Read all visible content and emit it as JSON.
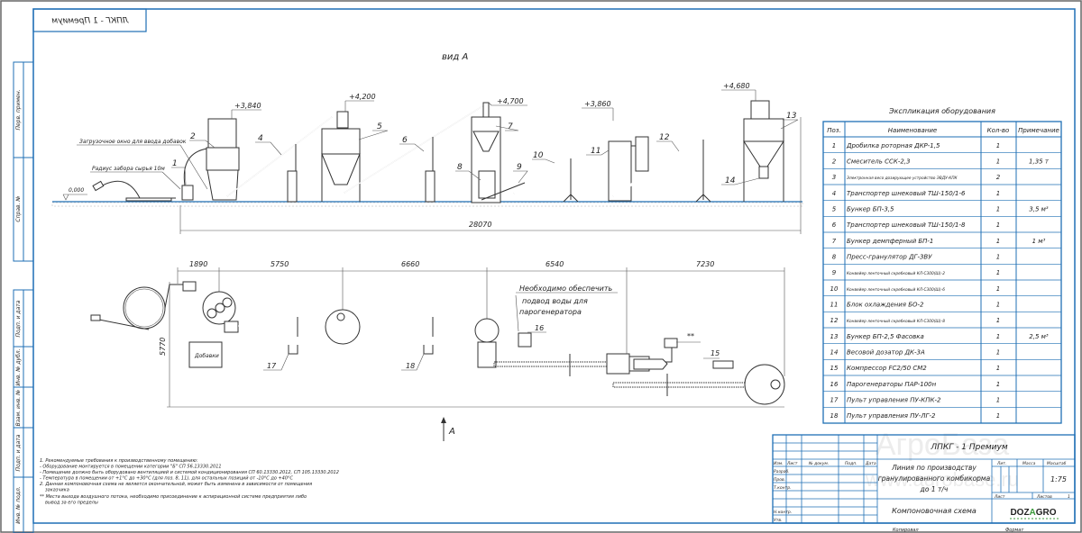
{
  "drawing": {
    "mirrored_title": "ЛПКГ - 1 Премиум",
    "view_label": "вид А",
    "section_arrow_label": "А",
    "side_strip": [
      "Перв. примен.",
      "Справ. №",
      "Подп. и дата",
      "Инв. № дубл.",
      "Взам. инв. №",
      "Подп. и дата",
      "Инв. № подл."
    ],
    "watermark": [
      "АгроБаза",
      "www.agrobase.ru"
    ]
  },
  "elevation": {
    "zero_mark": "0,000",
    "marks": [
      "+3,840",
      "+4,200",
      "+4,700",
      "+3,860",
      "+4,680"
    ],
    "callout_loading": "Загрузочное окно для ввода добавок",
    "callout_radius": "Радиус забора сырья 10м",
    "position_labels": [
      "1",
      "2",
      "4",
      "5",
      "6",
      "7",
      "8",
      "9",
      "10",
      "11",
      "12",
      "13",
      "14"
    ],
    "total_length": "28070"
  },
  "plan": {
    "dims": [
      "1890",
      "5750",
      "6660",
      "6540",
      "7230"
    ],
    "width_dim": "5770",
    "additives_label": "Добавки",
    "water_note": [
      "Необходимо обеспечить",
      "подвод воды для",
      "парогенератора"
    ],
    "position_labels": [
      "15",
      "16",
      "17",
      "18"
    ],
    "double_star": "**"
  },
  "explication": {
    "title": "Экспликация оборудования",
    "headers": [
      "Поз.",
      "Наименование",
      "Кол-во",
      "Примечание"
    ],
    "rows": [
      [
        "1",
        "Дробилка роторная ДКР-1,5",
        "1",
        ""
      ],
      [
        "2",
        "Смеситель ССК-2,3",
        "1",
        "1,35 т"
      ],
      [
        "3",
        "Электронная весо дозирующее устройство ЭВДУ-КПК",
        "2",
        ""
      ],
      [
        "4",
        "Транспортер шнековый ТШ-150/1-6",
        "1",
        ""
      ],
      [
        "5",
        "Бункер БП-3,5",
        "1",
        "3,5 м³"
      ],
      [
        "6",
        "Транспортер шнековый ТШ-150/1-8",
        "1",
        ""
      ],
      [
        "7",
        "Бункер демпферный БП-1",
        "1",
        "1 м³"
      ],
      [
        "8",
        "Пресс-гранулятор ДГ-3ВУ",
        "1",
        ""
      ],
      [
        "9",
        "Конвейер ленточный скребковый КЛ-С300(Ш)-2",
        "1",
        ""
      ],
      [
        "10",
        "Конвейер ленточный скребковый КЛ-С300(Ш)-6",
        "1",
        ""
      ],
      [
        "11",
        "Блок охлаждения БО-2",
        "1",
        ""
      ],
      [
        "12",
        "Конвейер ленточный скребковый КЛ-С300(Ш)-8",
        "1",
        ""
      ],
      [
        "13",
        "Бункер БП-2,5 Фасовка",
        "1",
        "2,5 м³"
      ],
      [
        "14",
        "Весовой дозатор ДК-3А",
        "1",
        ""
      ],
      [
        "15",
        "Компрессор FC2/50 CM2",
        "1",
        ""
      ],
      [
        "16",
        "Парогенераторы ПАР-100н",
        "1",
        ""
      ],
      [
        "17",
        "Пульт управления ПУ-КПК-2",
        "1",
        ""
      ],
      [
        "18",
        "Пульт управления ПУ-ЛГ-2",
        "1",
        ""
      ]
    ]
  },
  "notes": [
    "1. Рекомендуемые требования к производственному помещению:",
    "- Оборудование монтируется в помещении категории \"Б\" СП 56.13330.2011",
    "- Помещение должно быть оборудовано вентиляцией и системой кондиционирования СП 60.13330.2012, СП 105.13330.2012",
    "- Температура в помещении от +1°С до +30°С (для поз. 8, 11), для остальных позиций от -10°С до +40°С",
    "2. Данная компоновочная схема не является окончательной, может быть изменена в зависимости от помещения",
    "заказчика",
    "** Места выхода воздушного потока, необходимо присоединение к аспирационной системе предприятия либо",
    "вывод за его пределы"
  ],
  "title_block": {
    "designation": "ЛПКГ - 1 Премиум",
    "name_lines": [
      "Линия по производству",
      "гранулированного комбикорма",
      "до 1 т/ч"
    ],
    "sheet_title": "Компоновочная схема",
    "col_headers": [
      "Изм.",
      "Лист",
      "№ докум.",
      "Подп.",
      "Дата"
    ],
    "roles": [
      "Разраб.",
      "Пров.",
      "Т.контр.",
      "",
      "Н.контр.",
      "Утв."
    ],
    "lit_label": "Лит.",
    "mass_label": "Масса",
    "scale_label": "Масштаб",
    "scale_value": "1:75",
    "sheet_label": "Лист",
    "sheets_label": "Листов",
    "sheets_value": "1",
    "logo_text": "DOZAGRO",
    "copied_label": "Копировал",
    "format_label": "Формат"
  }
}
